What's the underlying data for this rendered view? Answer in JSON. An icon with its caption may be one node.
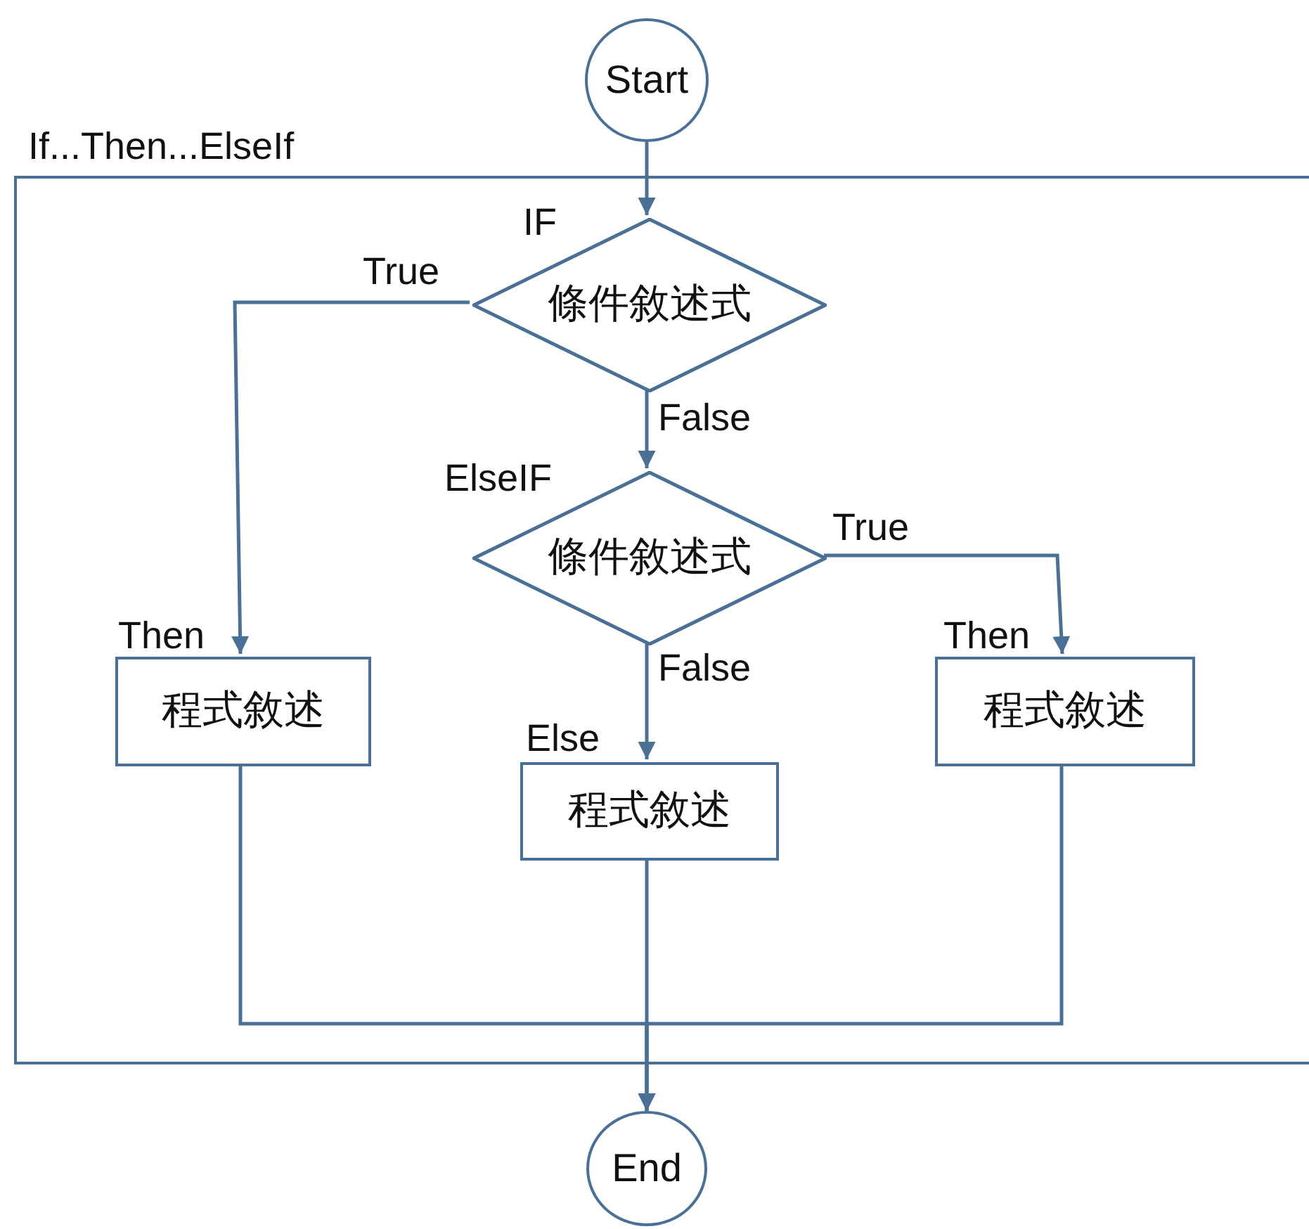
{
  "diagram": {
    "nodes": [
      {
        "text": [
          "Start"
        ]
      },
      {
        "text": [
          "If...Then...ElseIf"
        ]
      },
      {
        "text": [
          "IF",
          "條件敘述式"
        ],
        "in": 1
      },
      {
        "text": [
          "ElseIF",
          "條件敘述式"
        ],
        "in": 1
      },
      {
        "text": [
          "Then",
          "程式敘述"
        ],
        "in": 1
      },
      {
        "text": [
          "Else",
          "程式敘述"
        ],
        "in": 1
      },
      {
        "text": [
          "Then",
          "程式敘述"
        ],
        "in": 1
      },
      {
        "text": [
          "End"
        ]
      }
    ],
    "edges": [
      {
        "from": 0,
        "to": 2,
        "arrow": "to"
      },
      {
        "from": 2,
        "to": 4,
        "arrow": "to",
        "label": "True"
      },
      {
        "from": 2,
        "to": 3,
        "arrow": "to",
        "label": "False"
      },
      {
        "from": 3,
        "to": 6,
        "arrow": "to",
        "label": "True"
      },
      {
        "from": 3,
        "to": 5,
        "arrow": "to",
        "label": "False"
      },
      {
        "from": 4,
        "to": 7,
        "arrow": "to"
      },
      {
        "from": 5,
        "to": 7,
        "arrow": "to"
      },
      {
        "from": 6,
        "to": 7,
        "arrow": "to"
      }
    ]
  }
}
